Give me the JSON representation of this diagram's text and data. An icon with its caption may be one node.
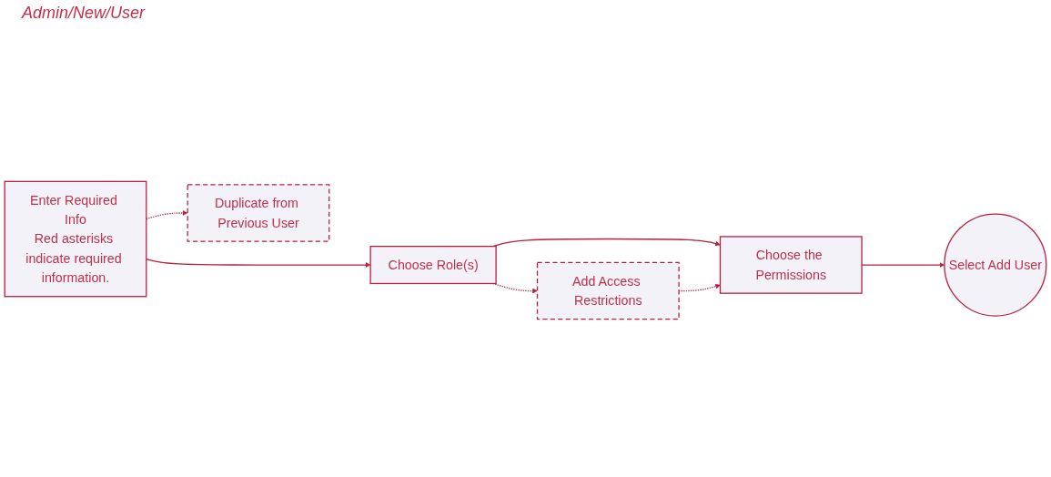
{
  "diagram": {
    "nodes": [
      {
        "text": [
          "Enter Required Info",
          "Red asterisks indicate required information."
        ]
      },
      {
        "text": [
          "Choose Role(s)"
        ]
      },
      {
        "text": [
          "Choose the Permissions"
        ]
      },
      {
        "text": [
          "Select Add User"
        ]
      },
      {
        "text": [
          "Duplicate from Previous User"
        ]
      },
      {
        "text": [
          "Add Access Restrictions"
        ]
      }
    ],
    "edges": [
      {
        "from": 0,
        "to": 1,
        "arrow": "to"
      },
      {
        "from": 0,
        "to": 4,
        "arrow": "to",
        "style": "dashed"
      },
      {
        "from": 1,
        "to": 2,
        "arrow": "to"
      },
      {
        "from": 1,
        "to": 5,
        "arrow": "to",
        "style": "dashed"
      },
      {
        "from": 5,
        "to": 2,
        "arrow": "to",
        "style": "dashed"
      },
      {
        "from": 2,
        "to": 3,
        "arrow": "to"
      }
    ],
    "labels": [
      "Admin/New/User"
    ]
  }
}
